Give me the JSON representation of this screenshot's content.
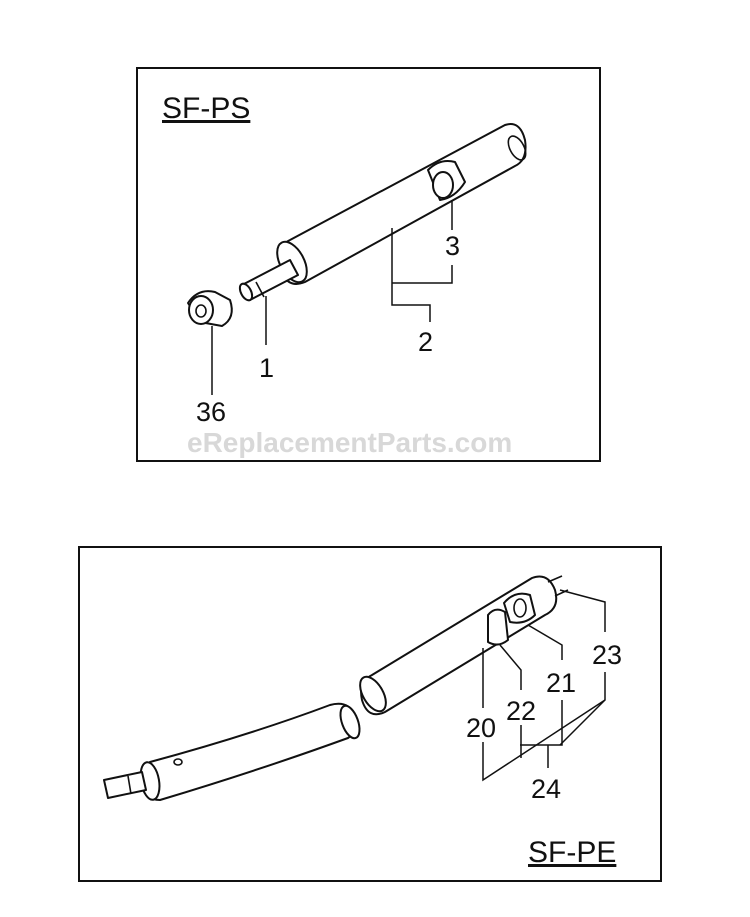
{
  "watermark": "eReplacementParts.com",
  "top_panel": {
    "title": "SF-PS",
    "callouts": [
      "1",
      "2",
      "3",
      "36"
    ]
  },
  "bottom_panel": {
    "title": "SF-PE",
    "callouts": [
      "20",
      "21",
      "22",
      "23",
      "24"
    ]
  }
}
